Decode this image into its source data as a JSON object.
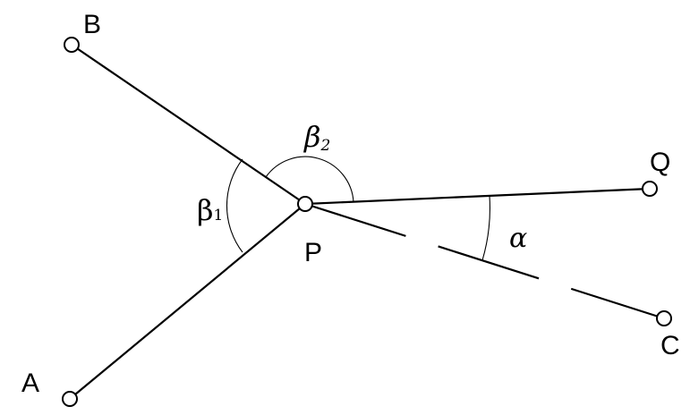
{
  "points": {
    "A": "A",
    "B": "B",
    "P": "P",
    "Q": "Q",
    "C": "C"
  },
  "angles": {
    "beta1_base": "β",
    "beta1_sub": "1",
    "beta2_base": "β",
    "beta2_sub": "2",
    "alpha": "α"
  }
}
